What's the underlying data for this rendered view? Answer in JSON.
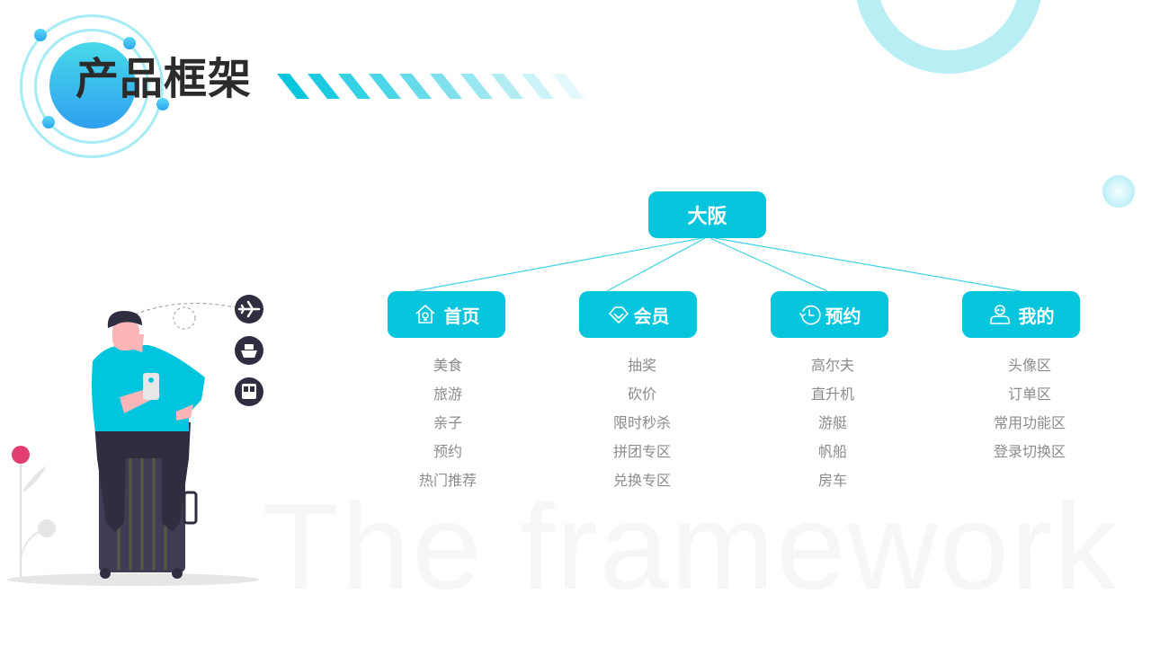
{
  "header": {
    "title": "产品框架"
  },
  "background_text": "The framework",
  "colors": {
    "accent": "#06c5dd",
    "item_text": "#8b8b8b",
    "title_text": "#2b2b2b",
    "light_cyan": "#b9eef5"
  },
  "tree": {
    "root": {
      "label": "大阪"
    },
    "branches": [
      {
        "label": "首页",
        "icon": "home-icon",
        "items": [
          "美食",
          "旅游",
          "亲子",
          "预约",
          "热门推荐"
        ]
      },
      {
        "label": "会员",
        "icon": "diamond-icon",
        "items": [
          "抽奖",
          "砍价",
          "限时秒杀",
          "拼团专区",
          "兑换专区"
        ]
      },
      {
        "label": "预约",
        "icon": "clock-history-icon",
        "items": [
          "高尔夫",
          "直升机",
          "游艇",
          "帆船",
          "房车"
        ]
      },
      {
        "label": "我的",
        "icon": "user-icon",
        "items": [
          "头像区",
          "订单区",
          "常用功能区",
          "登录切换区"
        ]
      }
    ]
  },
  "illustration": {
    "travel_icons": [
      "airplane-icon",
      "ship-icon",
      "bus-icon"
    ]
  }
}
